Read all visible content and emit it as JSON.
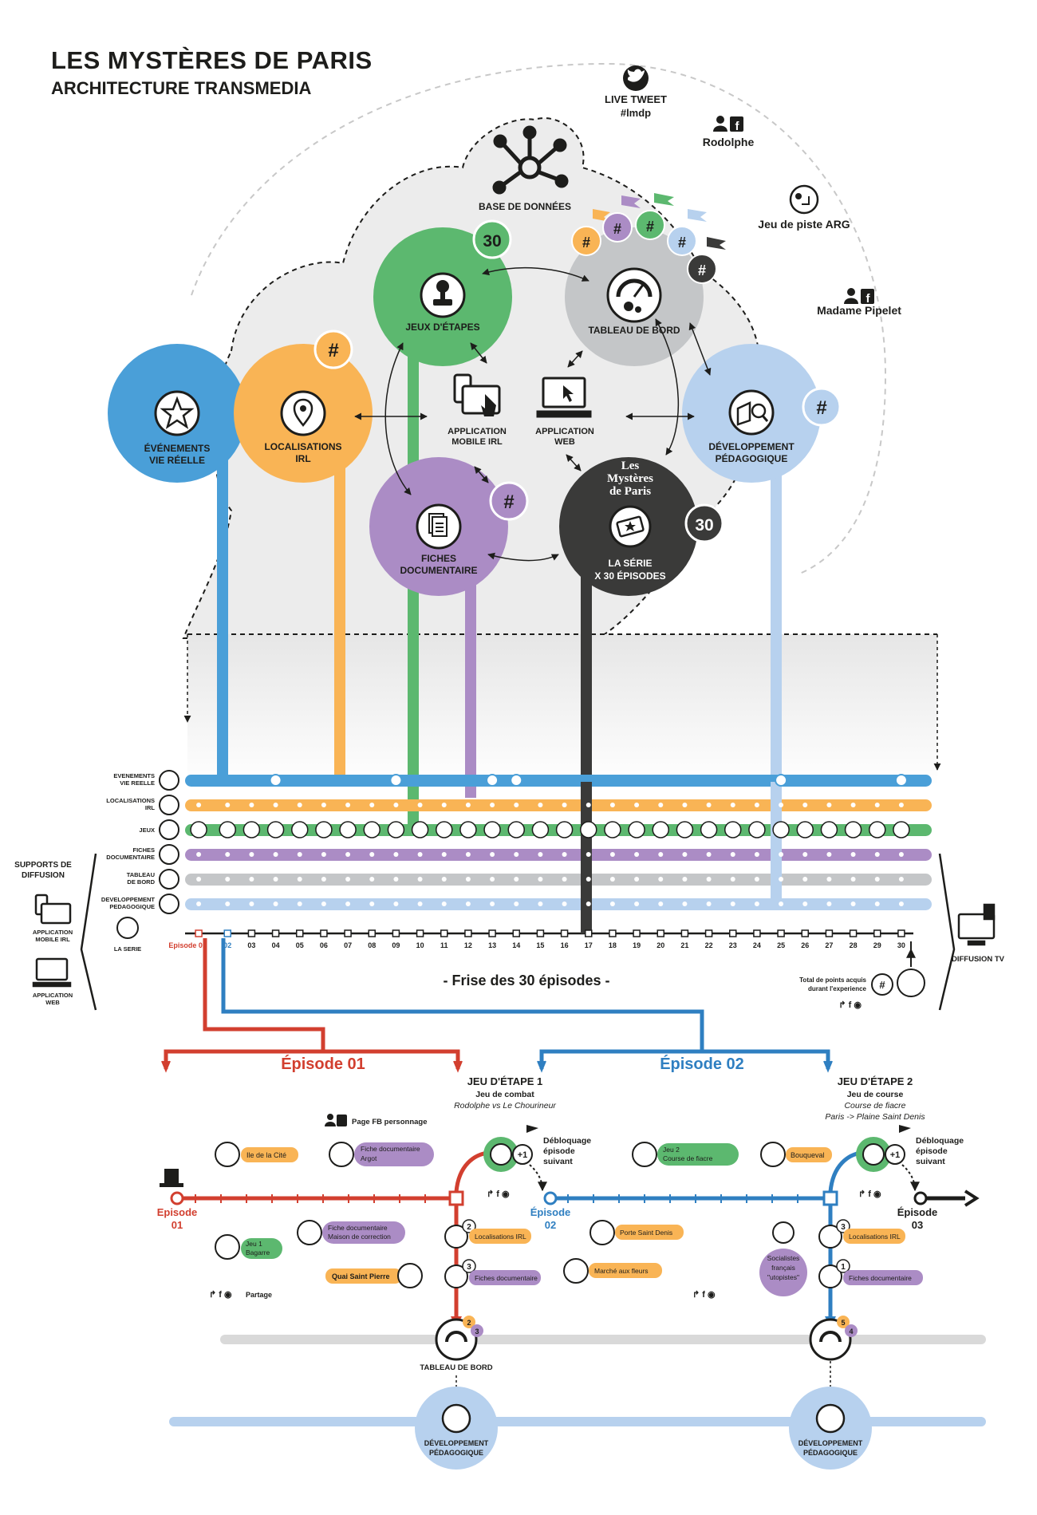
{
  "header": {
    "title": "LES MYSTÈRES DE PARIS",
    "subtitle": "ARCHITECTURE TRANSMEDIA"
  },
  "outer": {
    "live_tweet": "LIVE TWEET",
    "hashtag": "#lmdp",
    "rodolphe": "Rodolphe",
    "jeu_piste": "Jeu de piste ARG",
    "pipelet": "Madame Pipelet"
  },
  "hub": {
    "base": "BASE DE DONNÉES",
    "jeux_1": "JEUX D'ÉTAPES",
    "tableau": "TABLEAU DE BORD",
    "loc_1": "LOCALISATIONS",
    "loc_2": "IRL",
    "evt_1": "ÉVÉNEMENTS",
    "evt_2": "VIE RÉELLE",
    "app_m1": "APPLICATION",
    "app_m2": "MOBILE IRL",
    "app_w1": "APPLICATION",
    "app_w2": "WEB",
    "dev_1": "DÉVELOPPEMENT",
    "dev_2": "PÉDAGOGIQUE",
    "fiches_1": "FICHES",
    "fiches_2": "DOCUMENTAIRE",
    "serie_logo_1": "Les",
    "serie_logo_2": "Mystères",
    "serie_logo_3": "de Paris",
    "serie_1": "LA SÉRIE",
    "serie_2": "X 30 ÉPISODES",
    "num_30": "30",
    "hash": "#"
  },
  "rows": {
    "evt_1": "EVENEMENTS",
    "evt_2": "VIE REELLE",
    "loc_1": "LOCALISATIONS",
    "loc_2": "IRL",
    "jeux": "JEUX",
    "fiches_1": "FICHES",
    "fiches_2": "DOCUMENTAIRE",
    "tab_1": "TABLEAU",
    "tab_2": "DE BORD",
    "dev_1": "DEVELOPPEMENT",
    "dev_2": "PEDAGOGIQUE",
    "serie": "LA SERIE"
  },
  "supports": {
    "title_1": "SUPPORTS DE",
    "title_2": "DIFFUSION",
    "app_m1": "APPLICATION",
    "app_m2": "MOBILE IRL",
    "app_w1": "APPLICATION",
    "app_w2": "WEB",
    "tv": "DIFFUSION TV",
    "points_1": "Total de points acquis",
    "points_2": "durant l'experience"
  },
  "timeline": {
    "caption": "- Frise des 30 épisodes -",
    "episodes": [
      "Episode 01",
      "02",
      "03",
      "04",
      "05",
      "06",
      "07",
      "08",
      "09",
      "10",
      "11",
      "12",
      "13",
      "14",
      "15",
      "16",
      "17",
      "18",
      "19",
      "20",
      "21",
      "22",
      "23",
      "24",
      "25",
      "26",
      "27",
      "28",
      "29",
      "30"
    ]
  },
  "detail": {
    "ep1_title": "Épisode 01",
    "ep2_title": "Épisode 02",
    "jeu1_title": "JEU D'ÉTAPE 1",
    "jeu1_sub": "Jeu de combat",
    "jeu1_desc": "Rodolphe vs Le Chourineur",
    "jeu2_title": "JEU D'ÉTAPE 2",
    "jeu2_sub": "Jeu de course",
    "jeu2_desc1": "Course de fiacre",
    "jeu2_desc2": "Paris -> Plaine Saint Denis",
    "page_fb": "Page FB personnage",
    "ile_cite": "Ile de la Cité",
    "fiche_argot_1": "Fiche documentaire",
    "fiche_argot_2": "Argot",
    "deblocage_1": "Débloquage",
    "deblocage_2": "épisode",
    "deblocage_3": "suivant",
    "plus1": "+1",
    "jeu2_label_1": "Jeu 2",
    "jeu2_label_2": "Course de fiacre",
    "bouqueval": "Bouqueval",
    "ep01_1": "Episode",
    "ep01_2": "01",
    "ep02_1": "Épisode",
    "ep02_2": "02",
    "ep03_1": "Épisode",
    "ep03_2": "03",
    "jeu1_label_1": "Jeu 1",
    "jeu1_label_2": "Bagarre",
    "fiche_maison_1": "Fiche documentaire",
    "fiche_maison_2": "Maison de correction",
    "quai": "Quai Saint Pierre",
    "loc_irl": "Localisations IRL",
    "fiches_doc": "Fiches documentaire",
    "porte_sd": "Porte Saint Denis",
    "marche": "Marché aux fleurs",
    "socialistes_1": "Socialistes",
    "socialistes_2": "français",
    "socialistes_3": "\"utopistes\"",
    "partage": "Partage",
    "n2": "2",
    "n3": "3",
    "n1": "1",
    "n5": "5",
    "n4": "4",
    "tableau": "TABLEAU DE BORD",
    "dev_1": "DÉVELOPPEMENT",
    "dev_2": "PÉDAGOGIQUE"
  },
  "colors": {
    "blue": "#4a9fd8",
    "orange": "#f9b455",
    "green": "#5cb86f",
    "purple": "#ab8cc5",
    "grey": "#c4c6c8",
    "lightblue": "#b7d1ee",
    "dark": "#3a3a39",
    "red": "#d23f2f",
    "ep2blue": "#2f7fc1"
  }
}
